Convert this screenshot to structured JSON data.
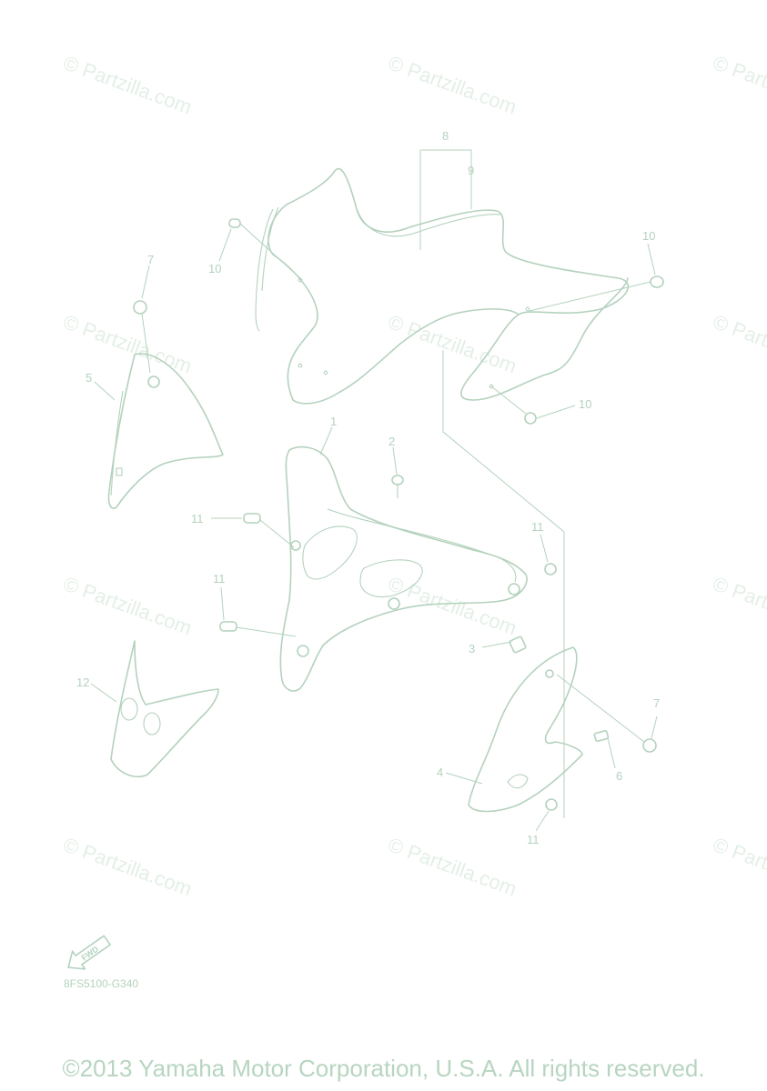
{
  "watermark": "© Partzilla.com",
  "callouts": {
    "c1": "1",
    "c2": "2",
    "c3": "3",
    "c4": "4",
    "c5": "5",
    "c6": "6",
    "c7a": "7",
    "c7b": "7",
    "c8": "8",
    "c9": "9",
    "c10a": "10",
    "c10b": "10",
    "c10c": "10",
    "c11a": "11",
    "c11b": "11",
    "c11c": "11",
    "c11d": "11",
    "c12": "12"
  },
  "fwd_label": "FWD",
  "diagram_code": "8FS5100-G340",
  "copyright": "©2013 Yamaha Motor Corporation, U.S.A. All rights reserved.",
  "colors": {
    "line": "#b4d2bd",
    "watermark": "#e3efe6",
    "background": "#ffffff"
  }
}
